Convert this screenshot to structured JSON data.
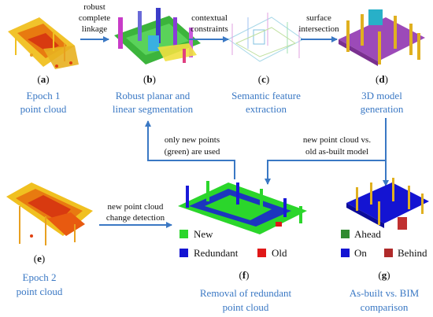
{
  "panels": {
    "a": {
      "letter": "a",
      "caption_line1": "Epoch 1",
      "caption_line2": "point cloud"
    },
    "b": {
      "letter": "b",
      "caption_line1": "Robust planar and",
      "caption_line2": "linear segmentation"
    },
    "c": {
      "letter": "c",
      "caption_line1": "Semantic feature",
      "caption_line2": "extraction"
    },
    "d": {
      "letter": "d",
      "caption_line1": "3D model",
      "caption_line2": "generation"
    },
    "e": {
      "letter": "e",
      "caption_line1": "Epoch 2",
      "caption_line2": "point cloud"
    },
    "f": {
      "letter": "f",
      "caption_line1": "Removal of redundant",
      "caption_line2": "point cloud"
    },
    "g": {
      "letter": "g",
      "caption_line1": "As-built vs. BIM",
      "caption_line2": "comparison"
    }
  },
  "arrows": {
    "ab": [
      "robust",
      "complete",
      "linkage"
    ],
    "bc": [
      "contextual",
      "constraints"
    ],
    "cd": [
      "surface",
      "intersection"
    ],
    "fb": [
      "only new points",
      "(green) are used"
    ],
    "dg": [
      "new point cloud vs.",
      "old as-built model"
    ],
    "ef": [
      "new point cloud",
      "change detection"
    ]
  },
  "legend_f": {
    "new": "New",
    "redundant": "Redundant",
    "old": "Old"
  },
  "legend_g": {
    "ahead": "Ahead",
    "on": "On",
    "behind": "Behind"
  },
  "colors": {
    "accent_blue": "#3a78c4",
    "green": "#2bd62b",
    "blue": "#1414d2",
    "red": "#e01818",
    "dark_green": "#2f8a2f",
    "dark_red": "#b02a2a",
    "orange": "#f08a10"
  }
}
